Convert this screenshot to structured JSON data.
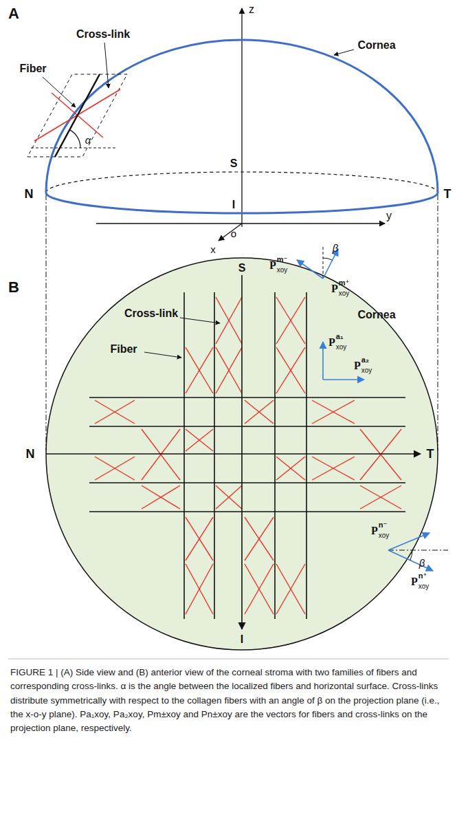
{
  "diagram": {
    "caption": "FIGURE 1 | (A) Side view and (B) anterior view of the corneal stroma with two families of fibers and corresponding cross-links. α is the angle between the localized fibers and horizontal surface. Cross-links distribute symmetrically with respect to the collagen fibers with an angle of β on the projection plane (i.e., the x-o-y plane). Pa₁xoy, Pa₂xoy, Pm±xoy and Pn±xoy are the vectors for fibers and cross-links on the projection plane, respectively.",
    "labels": [
      "A",
      "Cross-link",
      "Fiber",
      "α",
      "Cornea",
      "z",
      "S",
      "N",
      "T",
      "I",
      "y",
      "o",
      "x",
      "B",
      "S",
      "Cross-link",
      "Cornea",
      "Fiber",
      "β",
      "P",
      "m⁻",
      "xoy",
      "P",
      "m⁺",
      "xoy",
      "P",
      "a₁",
      "xoy",
      "P",
      "a₂",
      "xoy",
      "N",
      "T",
      "P",
      "n⁻",
      "xoy",
      "P",
      "n⁺",
      "xoy",
      "β",
      "I"
    ]
  }
}
